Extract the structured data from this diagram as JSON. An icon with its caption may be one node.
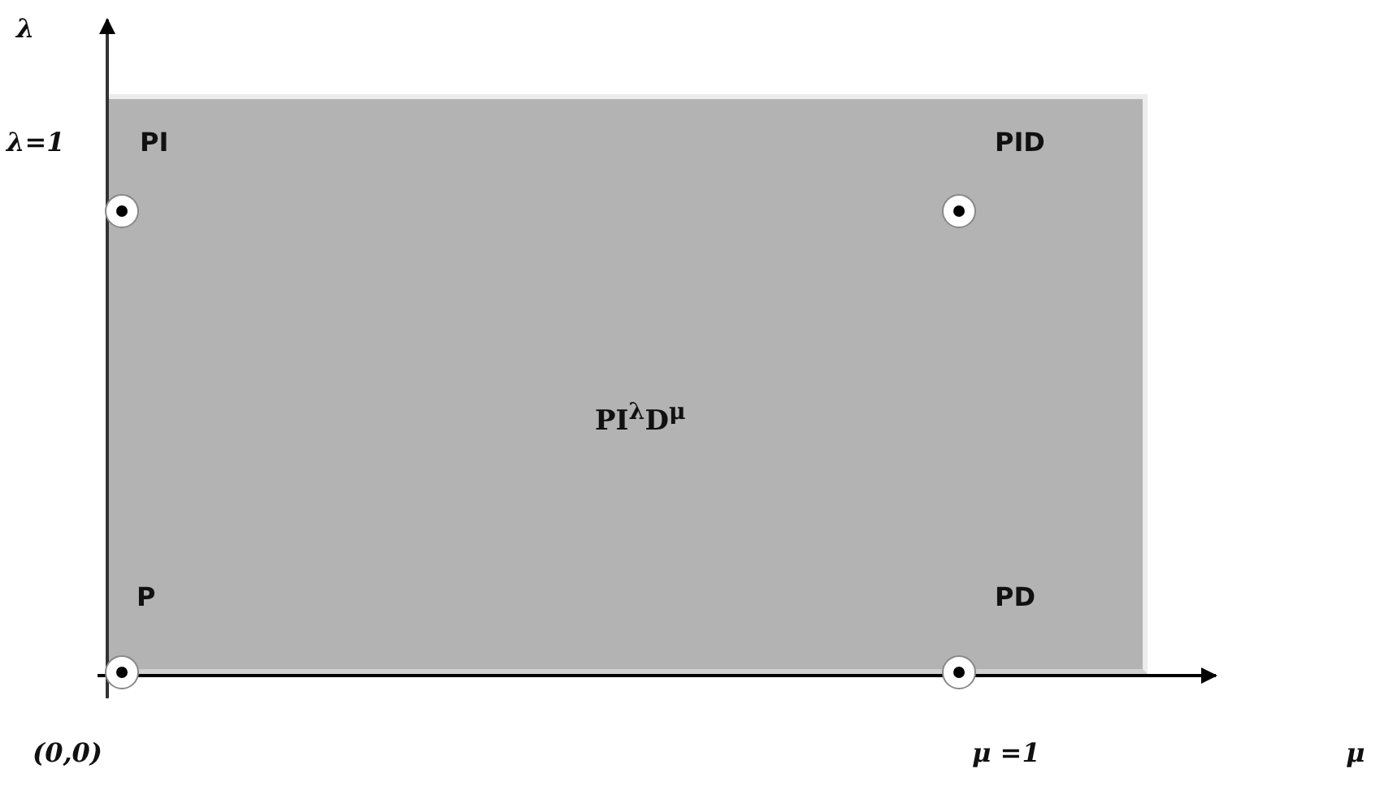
{
  "diagram": {
    "nodes": [
      {
        "text": [
          "PI$^{λ}$D$^{μ}$"
        ]
      }
    ],
    "labels": [
      "λ",
      "λ=1",
      "PI",
      "PID",
      "P",
      "PD",
      "(0,0)",
      "μ =1",
      "μ"
    ]
  }
}
